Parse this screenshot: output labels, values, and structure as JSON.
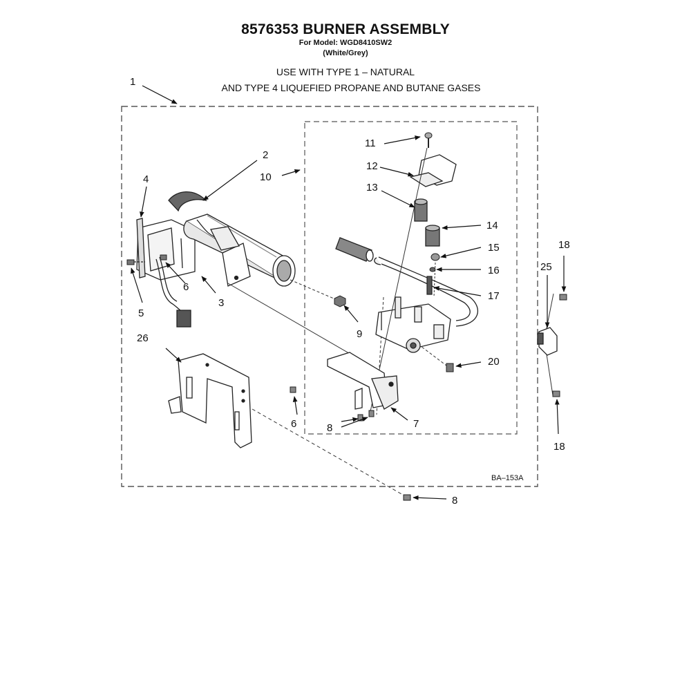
{
  "header": {
    "title": "8576353 BURNER ASSEMBLY",
    "model": "For Model: WGD8410SW2",
    "color": "(White/Grey)",
    "note_line1": "USE WITH TYPE 1 –  NATURAL",
    "note_line2": "AND TYPE 4    LIQUEFIED PROPANE AND BUTANE GASES"
  },
  "diagram": {
    "reference_code": "BA–153A",
    "callouts": {
      "c1": "1",
      "c2": "2",
      "c3": "3",
      "c4": "4",
      "c5": "5",
      "c6a": "6",
      "c6b": "6",
      "c7": "7",
      "c8a": "8",
      "c8b": "8",
      "c9": "9",
      "c10": "10",
      "c11": "11",
      "c12": "12",
      "c13": "13",
      "c14": "14",
      "c15": "15",
      "c16": "16",
      "c17": "17",
      "c18a": "18",
      "c18b": "18",
      "c20": "20",
      "c25": "25",
      "c26": "26"
    }
  }
}
